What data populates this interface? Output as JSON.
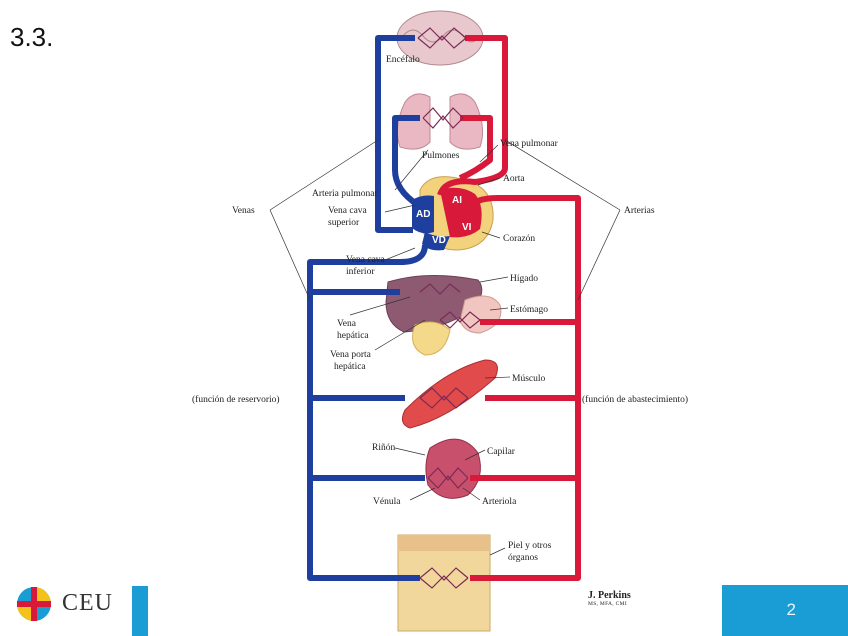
{
  "slide": {
    "section_number": "3.3.",
    "page_number": "2"
  },
  "logo": {
    "text": "CEU"
  },
  "credit": {
    "name": "J. Perkins",
    "sub": "MS, MFA, CMI"
  },
  "colors": {
    "vein": "#1f3f9e",
    "artery": "#d8193a",
    "accent": "#1a9cd4"
  },
  "labels": {
    "encefalo": "Encéfalo",
    "pulmones": "Pulmones",
    "vena_pulmonar": "Vena pulmonar",
    "arteria_pulmonar": "Arteria pulmonar",
    "aorta": "Aorta",
    "venas": "Venas",
    "arterias": "Arterias",
    "vena_cava_superior_1": "Vena cava",
    "vena_cava_superior_2": "superior",
    "corazon": "Corazón",
    "vena_cava_inferior_1": "Vena cava",
    "vena_cava_inferior_2": "inferior",
    "higado": "Hígado",
    "estomago": "Estómago",
    "vena_hepatica_1": "Vena",
    "vena_hepatica_2": "hepática",
    "vena_porta_1": "Vena porta",
    "vena_porta_2": "hepática",
    "musculo": "Músculo",
    "funcion_reservorio": "(función de reservorio)",
    "funcion_abastecimiento": "(función de abastecimiento)",
    "rinon": "Riñón",
    "capilar": "Capilar",
    "venula": "Vénula",
    "arteriola": "Arteriola",
    "piel_1": "Piel y otros",
    "piel_2": "órganos",
    "ad": "AD",
    "ai": "AI",
    "vd": "VD",
    "vi": "VI"
  }
}
